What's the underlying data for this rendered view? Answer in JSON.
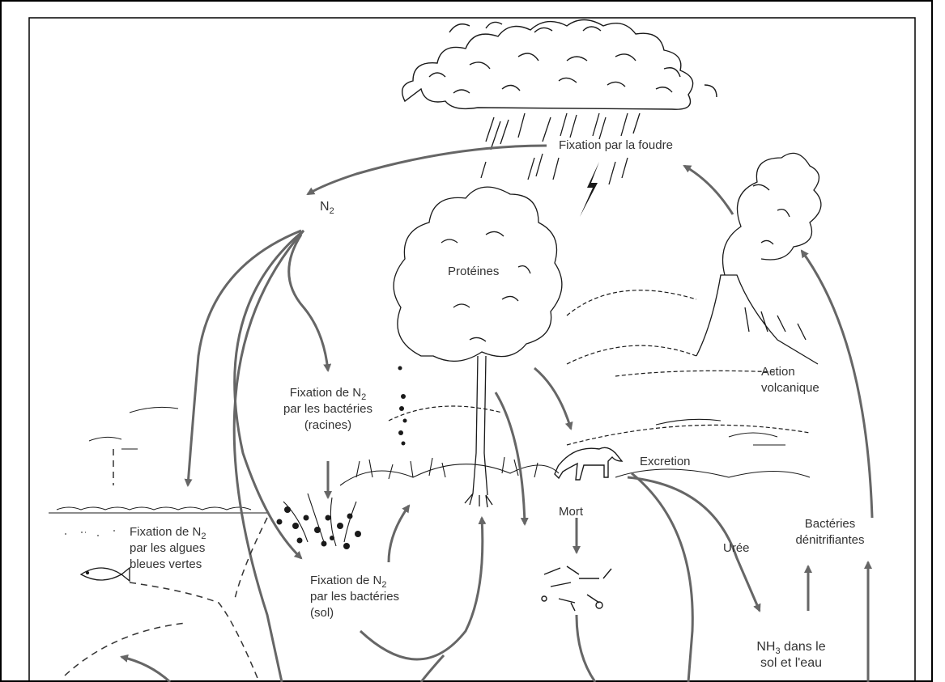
{
  "labels": {
    "lightning": "Fixation par la foudre",
    "n2": "N",
    "n2_sub": "2",
    "proteins": "Protéines",
    "root_fix_prefix": "Fixation de N",
    "root_fix_sub": "2",
    "root_fix_line2": "par les bactéries",
    "root_fix_line3": "(racines)",
    "volcanic_line1": "Action",
    "volcanic_line2": "volcanique",
    "excretion": "Excretion",
    "algae_prefix": "Fixation de N",
    "algae_sub": "2",
    "algae_line2": "par les algues",
    "algae_line3": "bleues vertes",
    "soil_fix_prefix": "Fixation de N",
    "soil_fix_sub": "2",
    "soil_fix_line2": "par les bactéries",
    "soil_fix_line3": "(sol)",
    "death": "Mort",
    "urea": "Urée",
    "denitrifying_line1": "Bactéries",
    "denitrifying_line2": "dénitrifiantes",
    "nh3_prefix": "NH",
    "nh3_sub": "3",
    "nh3_suffix": " dans le",
    "nh3_line2": "sol et l'eau"
  },
  "colors": {
    "arrow": "#666666",
    "ink": "#1a1a1a",
    "frame": "#000000"
  }
}
